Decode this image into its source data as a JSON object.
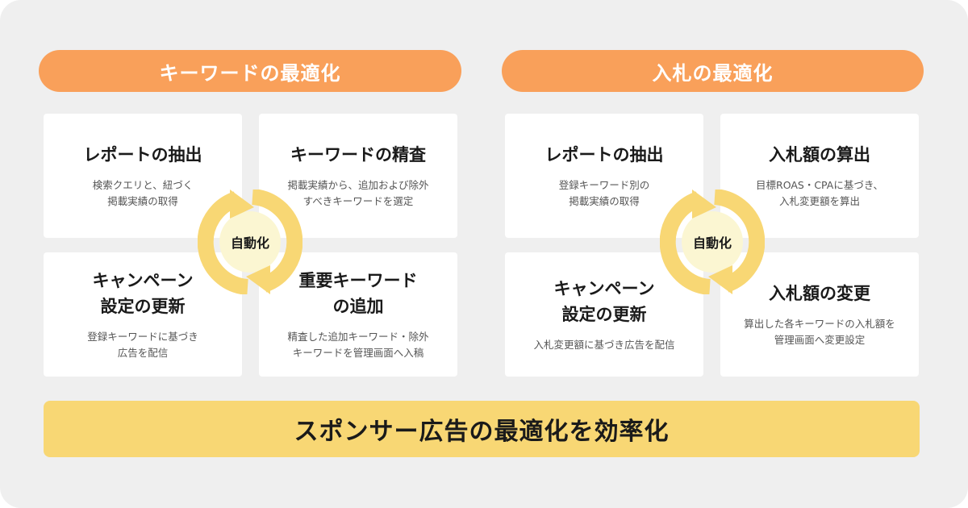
{
  "left": {
    "title": "キーワードの最適化",
    "cycle_label": "自動化",
    "cards": [
      {
        "title": "レポートの抽出",
        "desc": "検索クエリと、紐づく\n掲載実績の取得"
      },
      {
        "title": "キーワードの精査",
        "desc": "掲載実績から、追加および除外\nすべきキーワードを選定"
      },
      {
        "title": "キャンペーン\n設定の更新",
        "desc": "登録キーワードに基づき\n広告を配信"
      },
      {
        "title": "重要キーワード\nの追加",
        "desc": "精査した追加キーワード・除外\nキーワードを管理画面へ入稿"
      }
    ]
  },
  "right": {
    "title": "入札の最適化",
    "cycle_label": "自動化",
    "cards": [
      {
        "title": "レポートの抽出",
        "desc": "登録キーワード別の\n掲載実績の取得"
      },
      {
        "title": "入札額の算出",
        "desc": "目標ROAS・CPAに基づき、\n入札変更額を算出"
      },
      {
        "title": "キャンペーン\n設定の更新",
        "desc": "入札変更額に基づき広告を配信"
      },
      {
        "title": "入札額の変更",
        "desc": "算出した各キーワードの入札額を\n管理画面へ変更設定"
      }
    ]
  },
  "footer": {
    "label": "スポンサー広告の最適化を効率化"
  },
  "colors": {
    "orange": "#f9a05a",
    "yellow": "#f8d774",
    "pale": "#fbf6d2",
    "bg": "#efefef"
  }
}
